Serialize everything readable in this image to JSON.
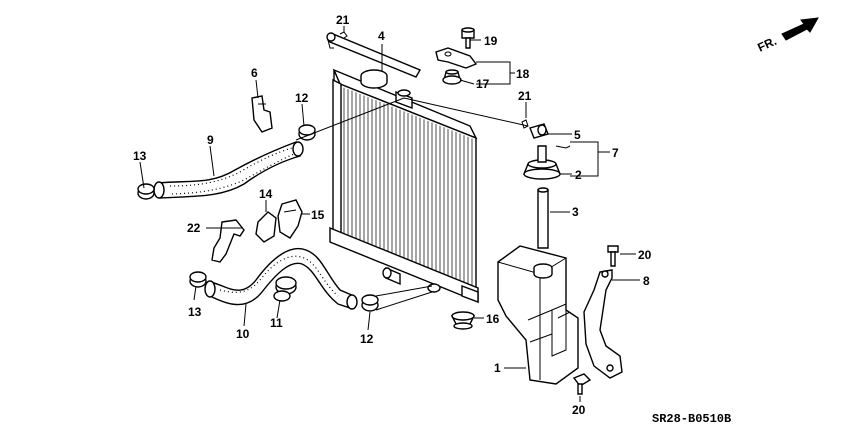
{
  "diagram": {
    "direction_label": "FR.",
    "drawing_code": "SR28-B0510B",
    "callouts": {
      "c1": "1",
      "c2": "2",
      "c3": "3",
      "c4": "4",
      "c5": "5",
      "c6": "6",
      "c7": "7",
      "c8": "8",
      "c9": "9",
      "c10": "10",
      "c11": "11",
      "c12a": "12",
      "c12b": "12",
      "c13a": "13",
      "c13b": "13",
      "c14": "14",
      "c15": "15",
      "c16": "16",
      "c17": "17",
      "c18": "18",
      "c19": "19",
      "c20a": "20",
      "c20b": "20",
      "c21a": "21",
      "c21b": "21",
      "c22": "22"
    }
  }
}
